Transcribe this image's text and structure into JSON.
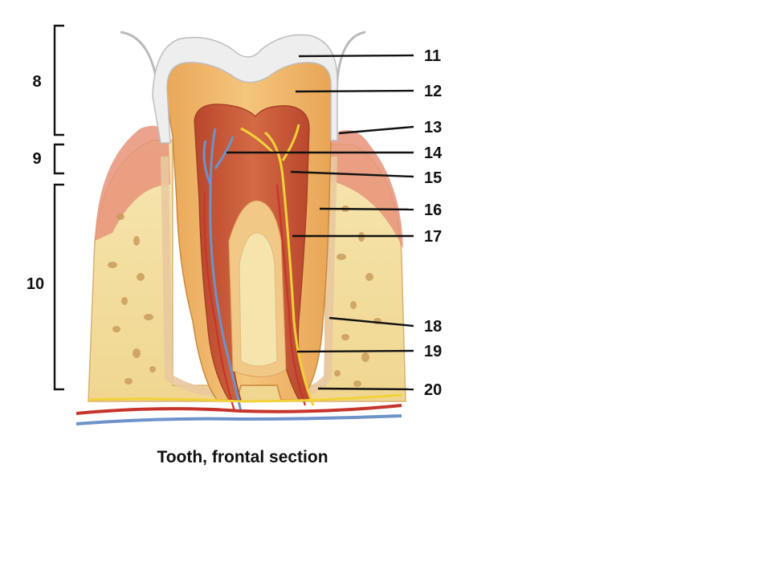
{
  "figure": {
    "caption": "Tooth, frontal section"
  },
  "brackets": [
    {
      "id": "8",
      "text": "8"
    },
    {
      "id": "9",
      "text": "9"
    },
    {
      "id": "10",
      "text": "10"
    }
  ],
  "labels": [
    {
      "id": "11",
      "text": "11"
    },
    {
      "id": "12",
      "text": "12"
    },
    {
      "id": "13",
      "text": "13"
    },
    {
      "id": "14",
      "text": "14"
    },
    {
      "id": "15",
      "text": "15"
    },
    {
      "id": "16",
      "text": "16"
    },
    {
      "id": "17",
      "text": "17"
    },
    {
      "id": "18",
      "text": "18"
    },
    {
      "id": "19",
      "text": "19"
    },
    {
      "id": "20",
      "text": "20"
    }
  ],
  "colors": {
    "enamel": "#eeeeee",
    "dentin": "#efb766",
    "pulp": "#c65a3a",
    "gum": "#e8937a",
    "bone": "#f3dfa0",
    "vein": "#6d93c9",
    "nerve": "#f2d23a",
    "artery": "#c7342a"
  }
}
